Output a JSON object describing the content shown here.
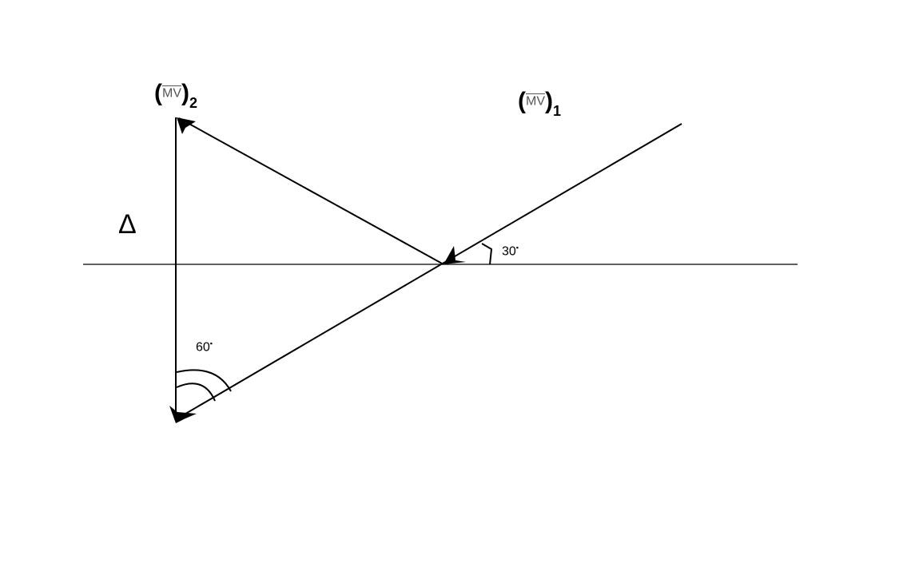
{
  "labels": {
    "mv2": {
      "quantity": "MV",
      "subscript": "2"
    },
    "mv1": {
      "quantity": "MV",
      "subscript": "1"
    },
    "delta": "Δ",
    "angle_30": "30",
    "angle_60": "60",
    "degree_mark": "▪"
  }
}
